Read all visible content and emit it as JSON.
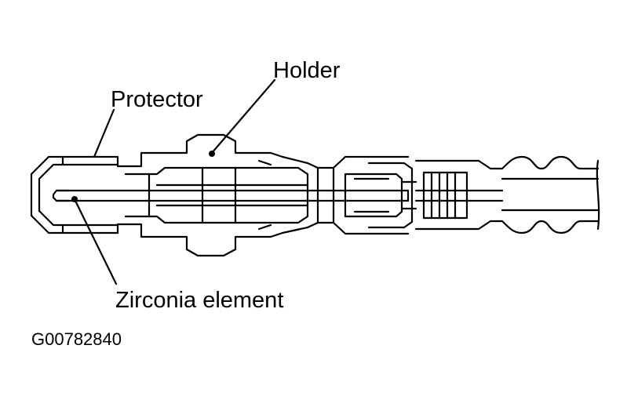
{
  "labels": {
    "holder": "Holder",
    "protector": "Protector",
    "zirconia": "Zirconia element"
  },
  "figure_code": "G00782840",
  "colors": {
    "line": "#000000",
    "background": "#ffffff"
  }
}
